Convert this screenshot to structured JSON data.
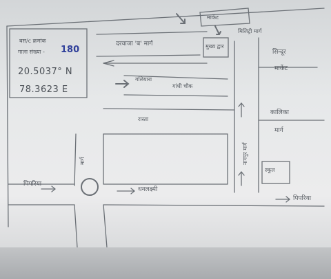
{
  "map_sketch": {
    "info_box": {
      "label_line1": "बस/c क्रमांक",
      "label_line2": "गाला संख्या -",
      "number": "180",
      "latitude": "20.5037° N",
      "longitude": "78.3623 E"
    },
    "labels": {
      "top_road": "दरवाजा 'ब' मार्ग",
      "upper_road": "गलियारा",
      "middle_note": "गांधी चौक",
      "gate_label": "मुख्य द्वार",
      "right_top": "मिलिट्री मार्ग",
      "right_place": "सिन्दूर",
      "right_place2": "मार्केट",
      "right_mid": "कालिका",
      "right_mid2": "मार्ग",
      "right_box": "स्कूल",
      "bottom_right": "पिपरिया",
      "left_road": "पिपरिया",
      "center_road": "धनलक्ष्मी",
      "lower_block": "रास्ता",
      "vertical_road": "मार्ग",
      "vertical_right": "नागपुर मार्ग",
      "top_corner": "मार्केट"
    },
    "colors": {
      "ink": "#555a60",
      "blue_ink": "#2f3f9a",
      "paper": "#e6e8e9"
    }
  }
}
